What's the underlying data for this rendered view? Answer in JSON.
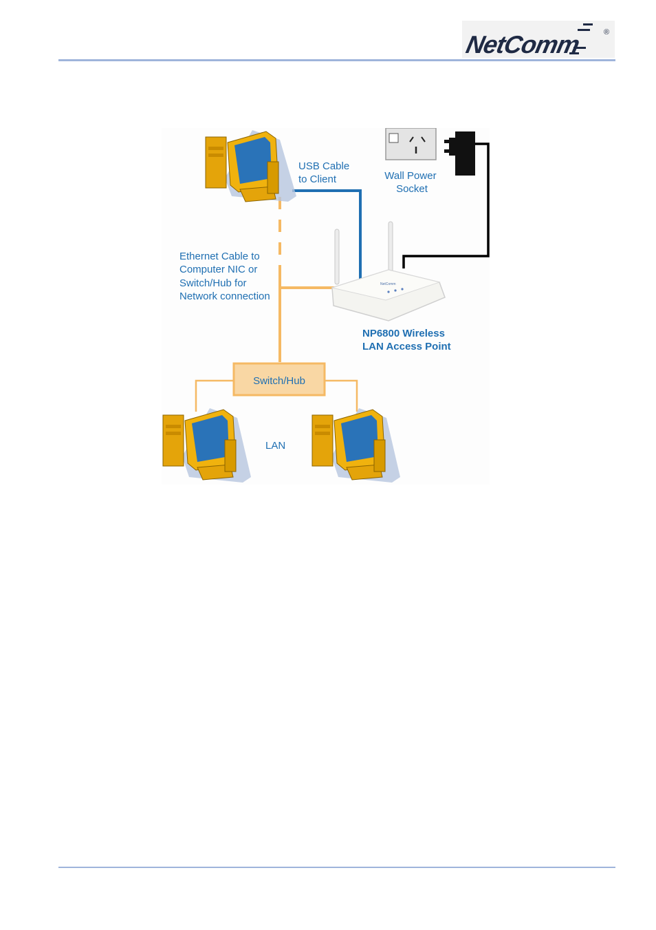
{
  "header": {
    "logo_text": "NetComm",
    "registered_mark": "®"
  },
  "diagram": {
    "usb_cable_label": [
      "USB Cable",
      "to Client"
    ],
    "wall_power_label": [
      "Wall Power",
      "Socket"
    ],
    "ethernet_label": [
      "Ethernet Cable to",
      "Computer NIC or",
      "Switch/Hub for",
      "Network connection"
    ],
    "access_point_label": [
      "NP6800 Wireless",
      "LAN Access Point"
    ],
    "switch_label": "Switch/Hub",
    "lan_label": "LAN",
    "device_brand": "NetComm"
  },
  "colors": {
    "accent_rule": "#9fb4db",
    "usb_cable": "#1f6fb2",
    "ethernet_cable": "#f5b964",
    "power_cable": "#000000",
    "switch_fill": "#f9d7a4",
    "label_text": "#1f6fb2"
  }
}
